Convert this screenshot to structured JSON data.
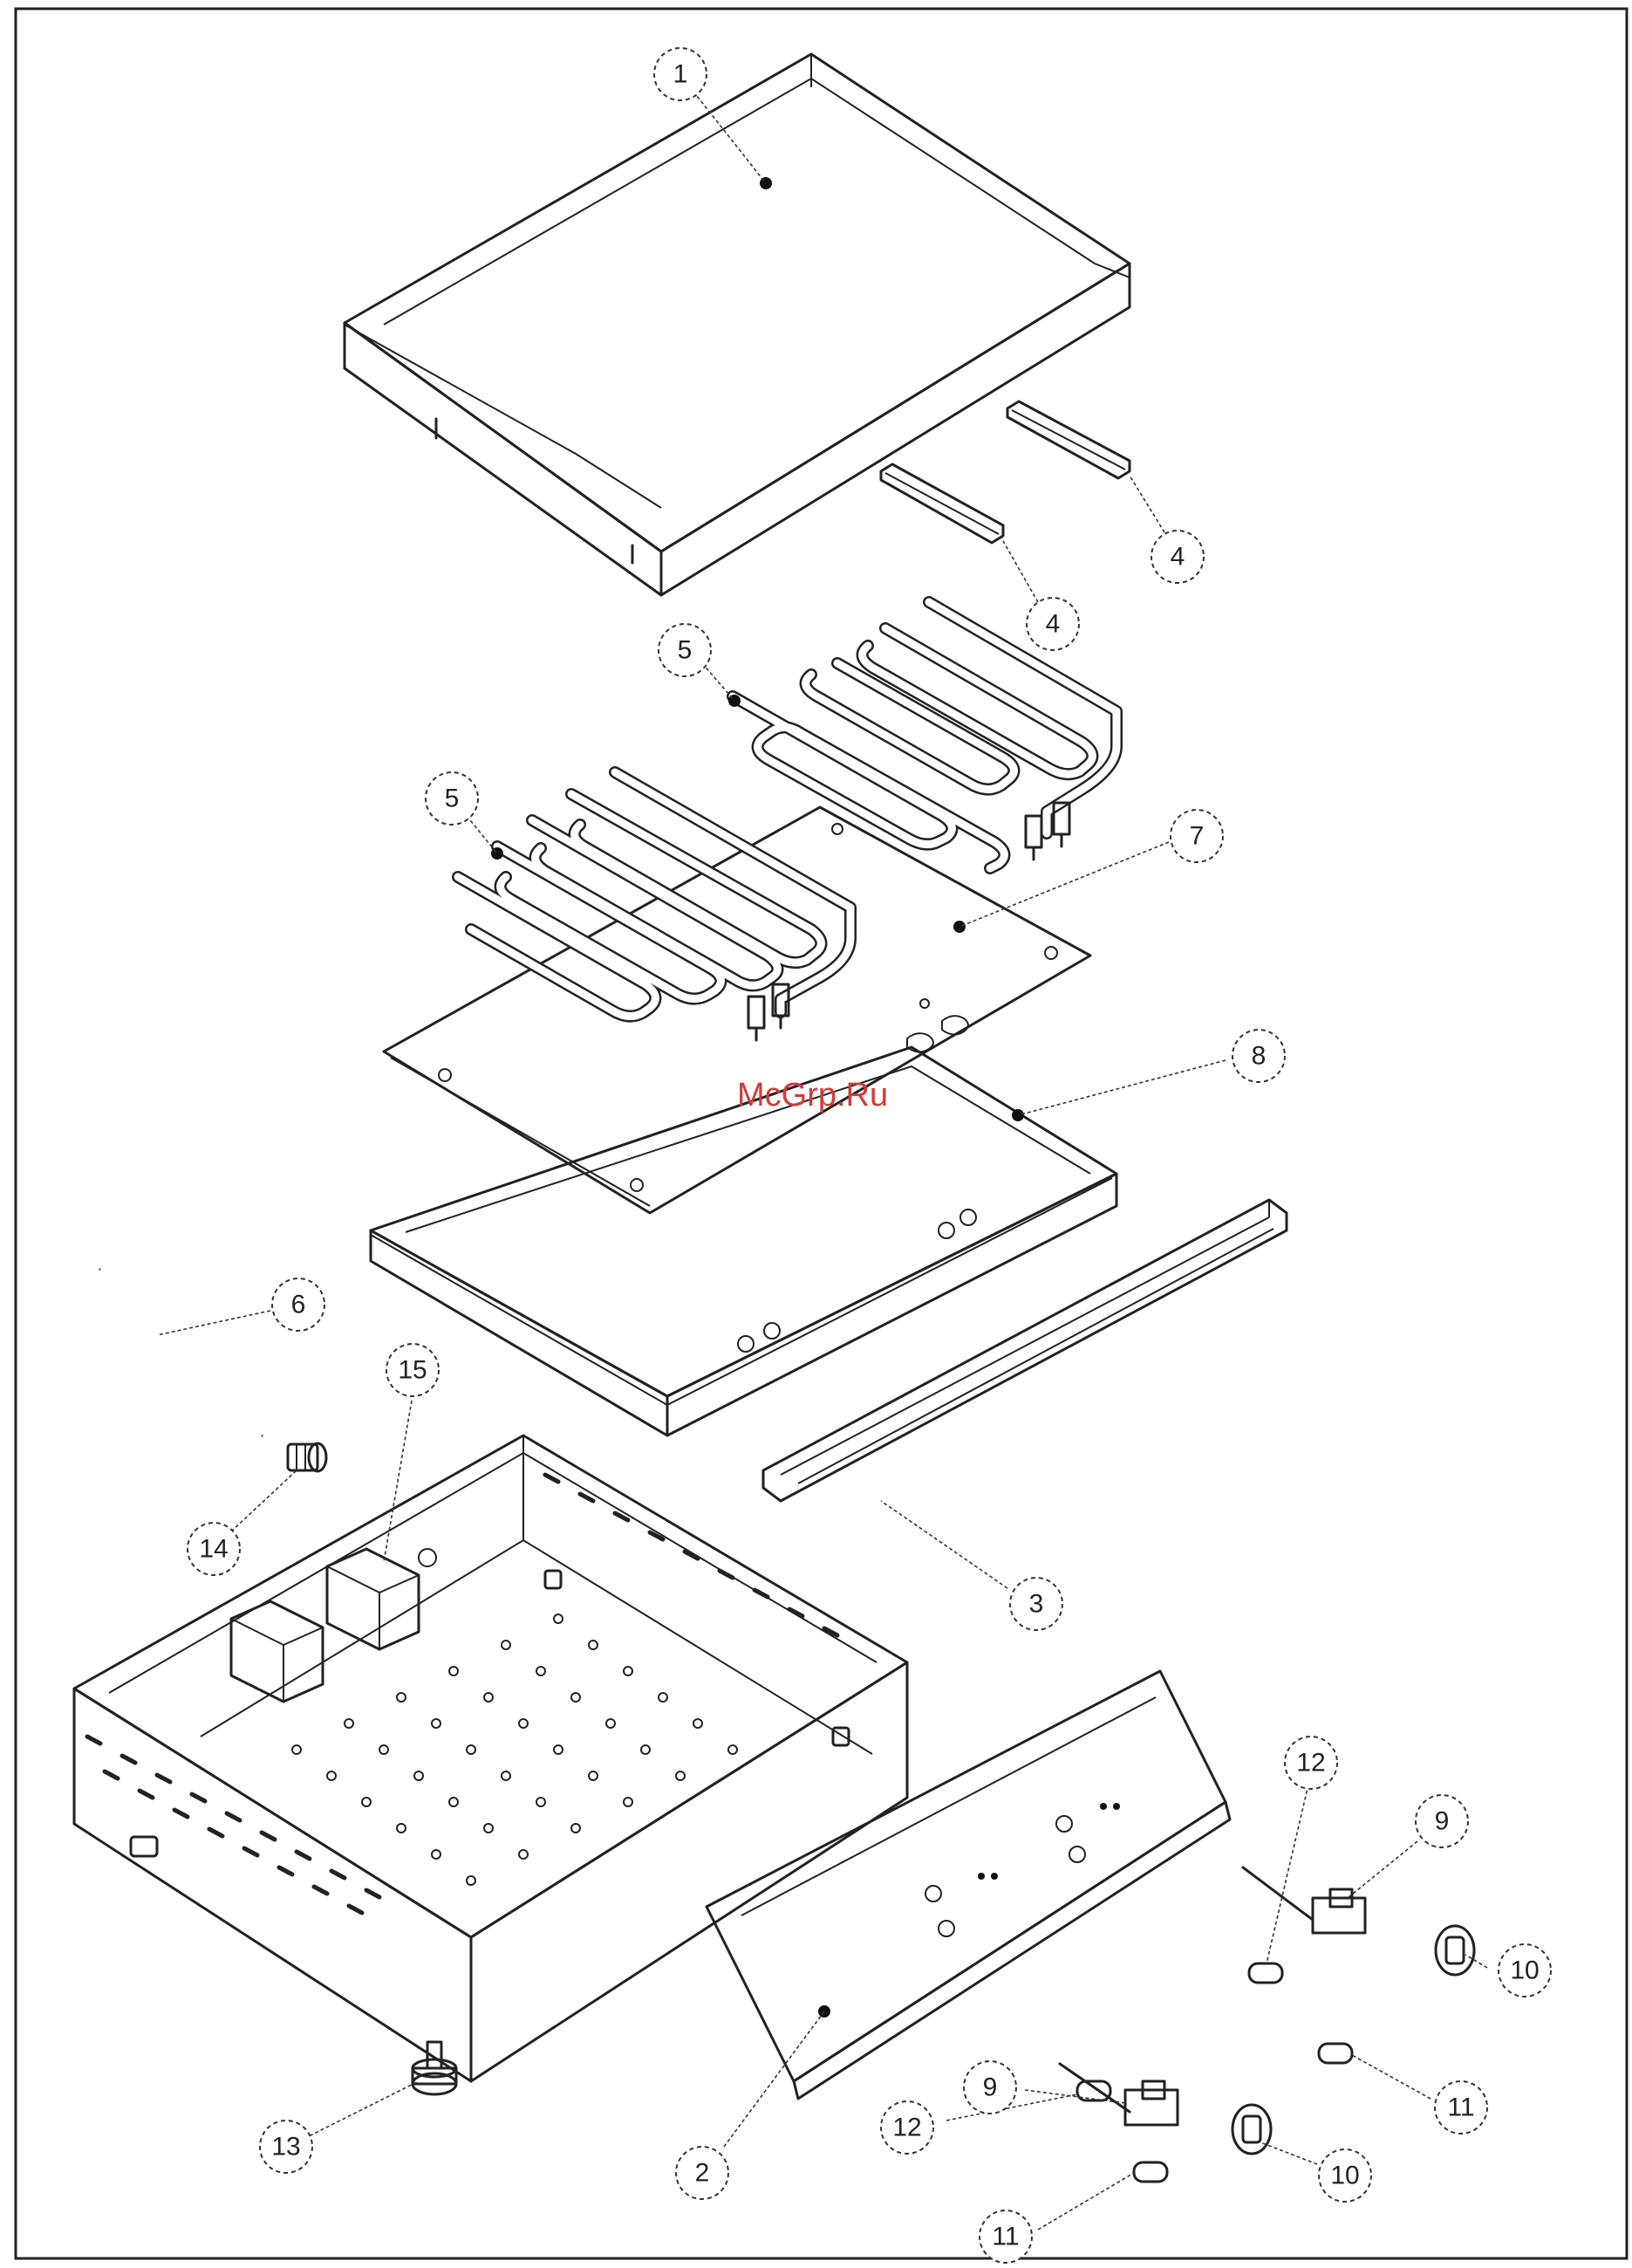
{
  "watermark": "McGrp.Ru",
  "callouts": [
    {
      "id": "c1",
      "label": "1"
    },
    {
      "id": "c2",
      "label": "2"
    },
    {
      "id": "c3",
      "label": "3"
    },
    {
      "id": "c4a",
      "label": "4"
    },
    {
      "id": "c4b",
      "label": "4"
    },
    {
      "id": "c5a",
      "label": "5"
    },
    {
      "id": "c5b",
      "label": "5"
    },
    {
      "id": "c6",
      "label": "6"
    },
    {
      "id": "c7",
      "label": "7"
    },
    {
      "id": "c8",
      "label": "8"
    },
    {
      "id": "c9a",
      "label": "9"
    },
    {
      "id": "c9b",
      "label": "9"
    },
    {
      "id": "c10a",
      "label": "10"
    },
    {
      "id": "c10b",
      "label": "10"
    },
    {
      "id": "c11a",
      "label": "11"
    },
    {
      "id": "c11b",
      "label": "11"
    },
    {
      "id": "c12a",
      "label": "12"
    },
    {
      "id": "c12b",
      "label": "12"
    },
    {
      "id": "c13",
      "label": "13"
    },
    {
      "id": "c14",
      "label": "14"
    },
    {
      "id": "c15",
      "label": "15"
    }
  ]
}
